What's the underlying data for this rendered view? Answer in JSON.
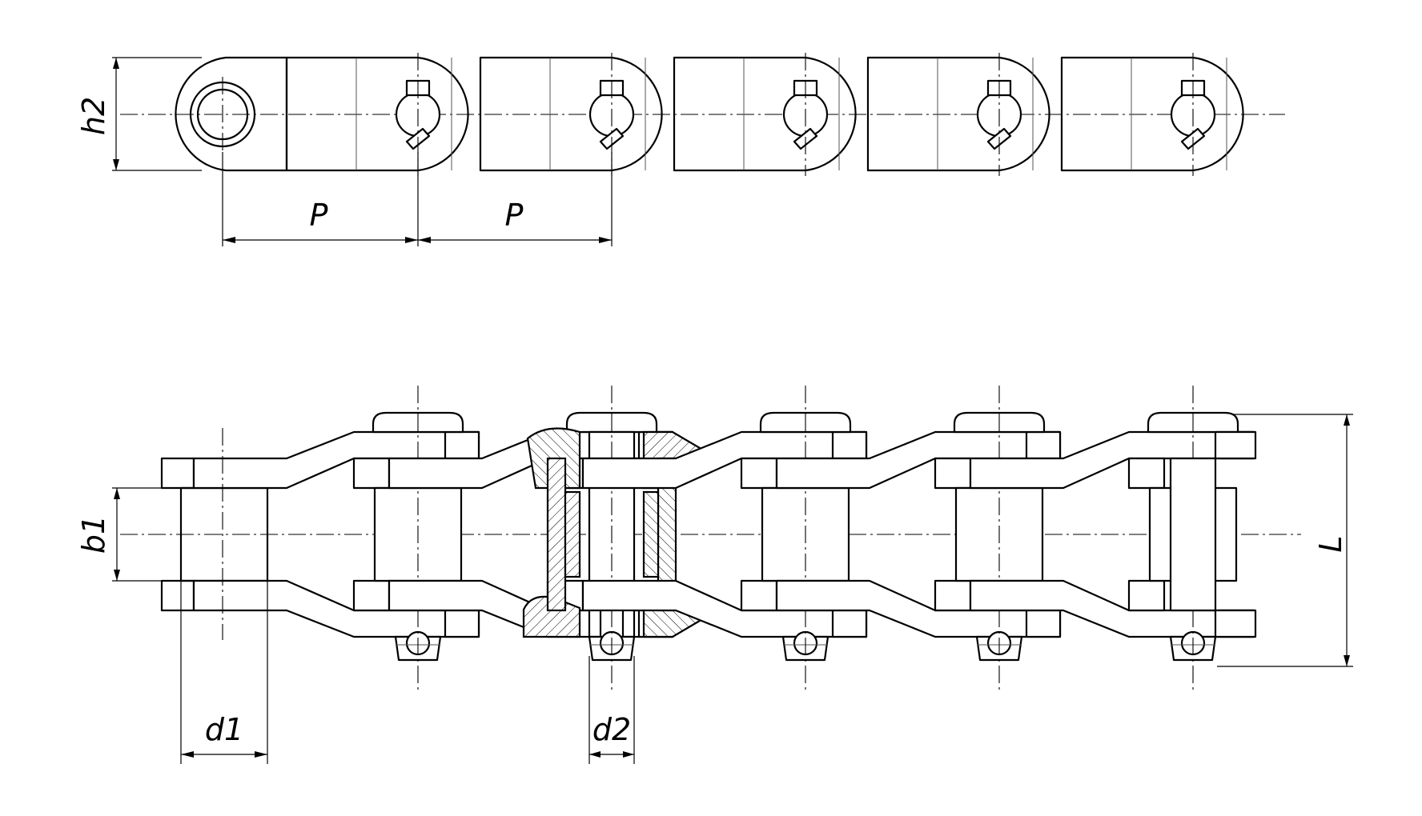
{
  "labels": {
    "h2": "h2",
    "p1": "P",
    "p2": "P",
    "b1": "b1",
    "L": "L",
    "d1": "d1",
    "d2": "d2"
  },
  "colors": {
    "line": "#000000",
    "background": "#ffffff"
  }
}
